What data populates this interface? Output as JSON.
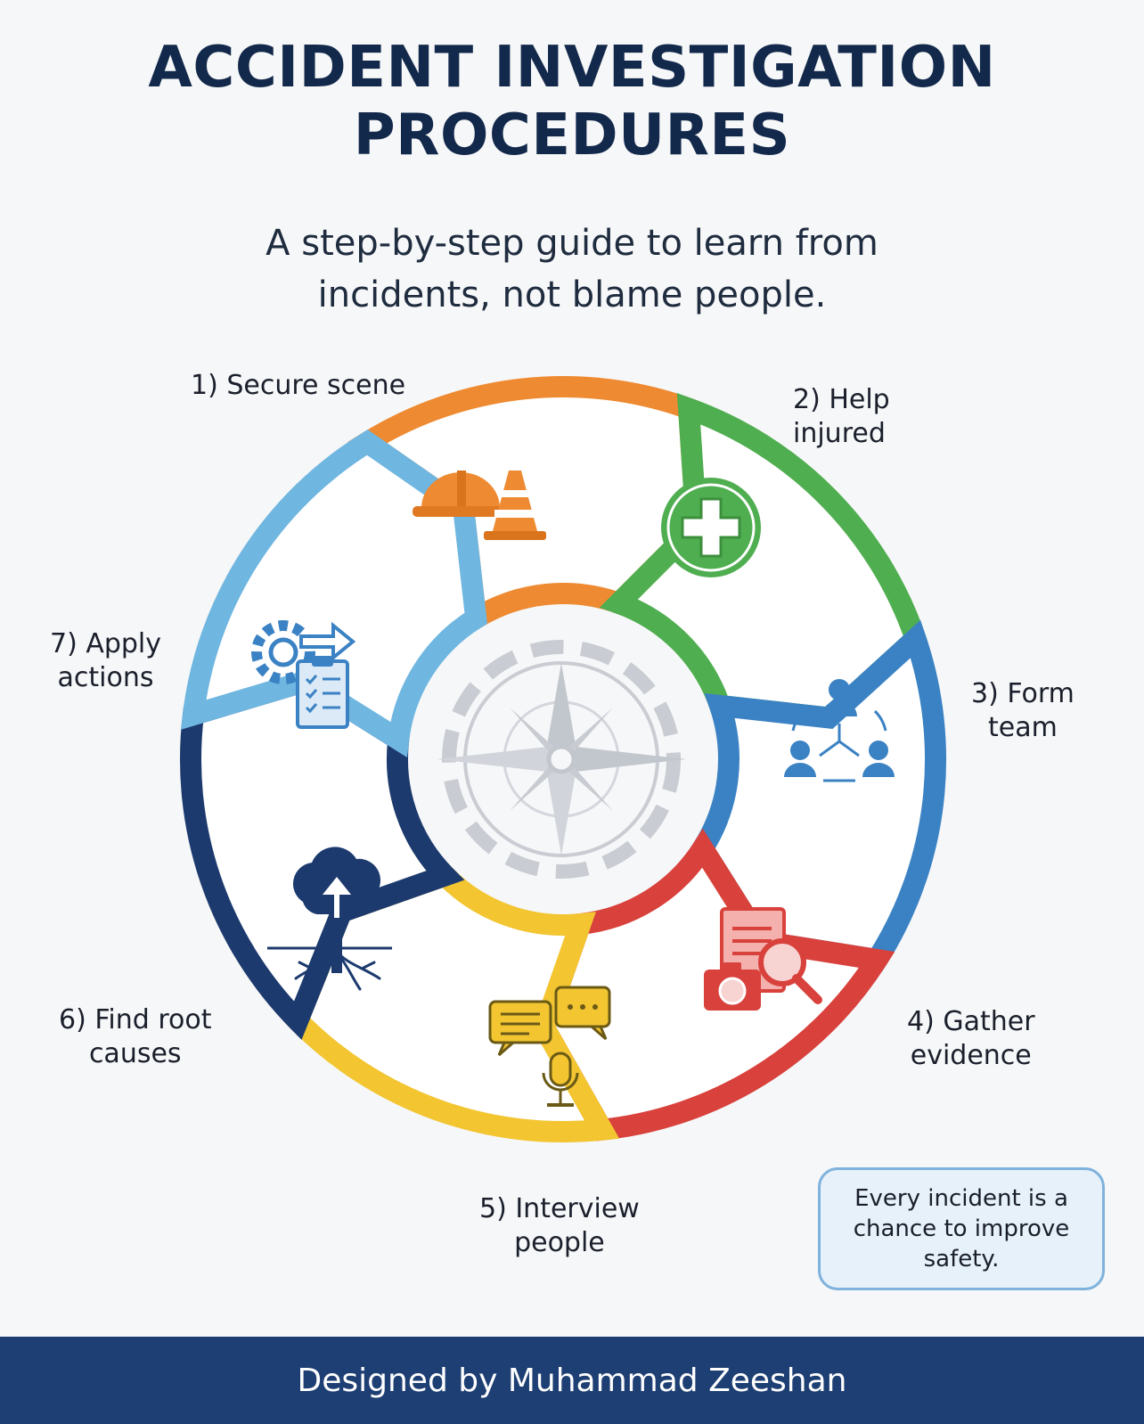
{
  "header": {
    "title_line1": "ACCIDENT INVESTIGATION",
    "title_line2": "PROCEDURES",
    "subtitle_line1": "A step-by-step guide to learn from",
    "subtitle_line2": "incidents, not blame people."
  },
  "steps": [
    {
      "line1": "1) Secure scene",
      "line2": "",
      "color": "#ee8a31",
      "icon": "hardhat-cone-icon"
    },
    {
      "line1": "2) Help",
      "line2": "injured",
      "color": "#4fae50",
      "icon": "first-aid-icon"
    },
    {
      "line1": "3) Form",
      "line2": "team",
      "color": "#3b82c4",
      "icon": "team-icon"
    },
    {
      "line1": "4) Gather",
      "line2": "evidence",
      "color": "#d8413c",
      "icon": "evidence-icon"
    },
    {
      "line1": "5) Interview",
      "line2": "people",
      "color": "#f2c531",
      "icon": "interview-icon"
    },
    {
      "line1": "6) Find root",
      "line2": "causes",
      "color": "#1c3a6e",
      "icon": "root-tree-icon"
    },
    {
      "line1": "7) Apply",
      "line2": "actions",
      "color": "#6fb6e0",
      "icon": "gear-checklist-icon"
    }
  ],
  "center": {
    "icon": "compass-gear-icon",
    "color": "#c9ccd2"
  },
  "note": {
    "line1": "Every incident is a",
    "line2": "chance to improve",
    "line3": "safety."
  },
  "footer": {
    "text": "Designed by Muhammad Zeeshan"
  }
}
